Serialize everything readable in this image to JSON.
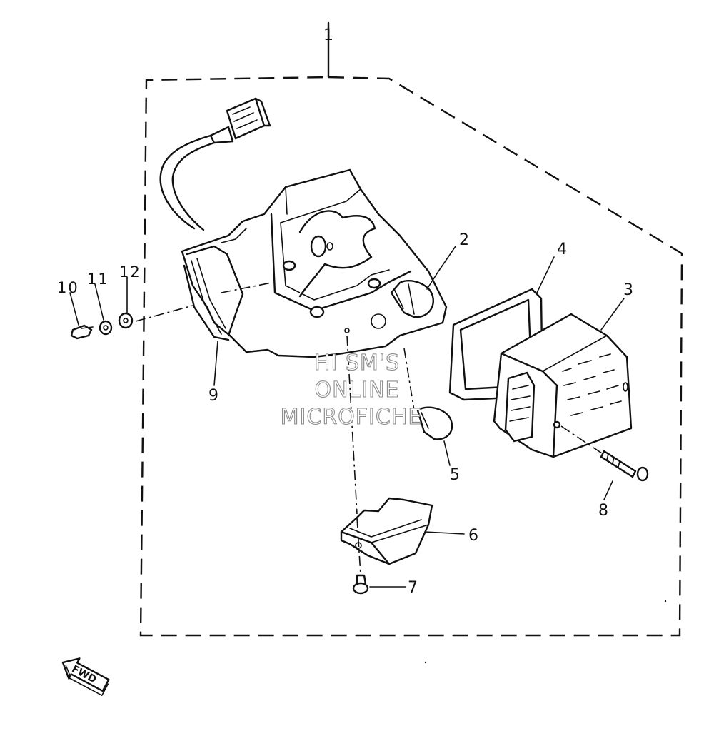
{
  "diagram": {
    "callouts": {
      "c1": "1",
      "c2": "2",
      "c3": "3",
      "c4": "4",
      "c5": "5",
      "c6": "6",
      "c7": "7",
      "c8": "8",
      "c9": "9",
      "c10": "10",
      "c11": "11",
      "c12": "12"
    },
    "watermark": {
      "line1": "HI SM'S",
      "line2": "ONLINE",
      "line3": "MICROFICHE"
    },
    "direction_arrow": {
      "label": "FWD"
    }
  }
}
